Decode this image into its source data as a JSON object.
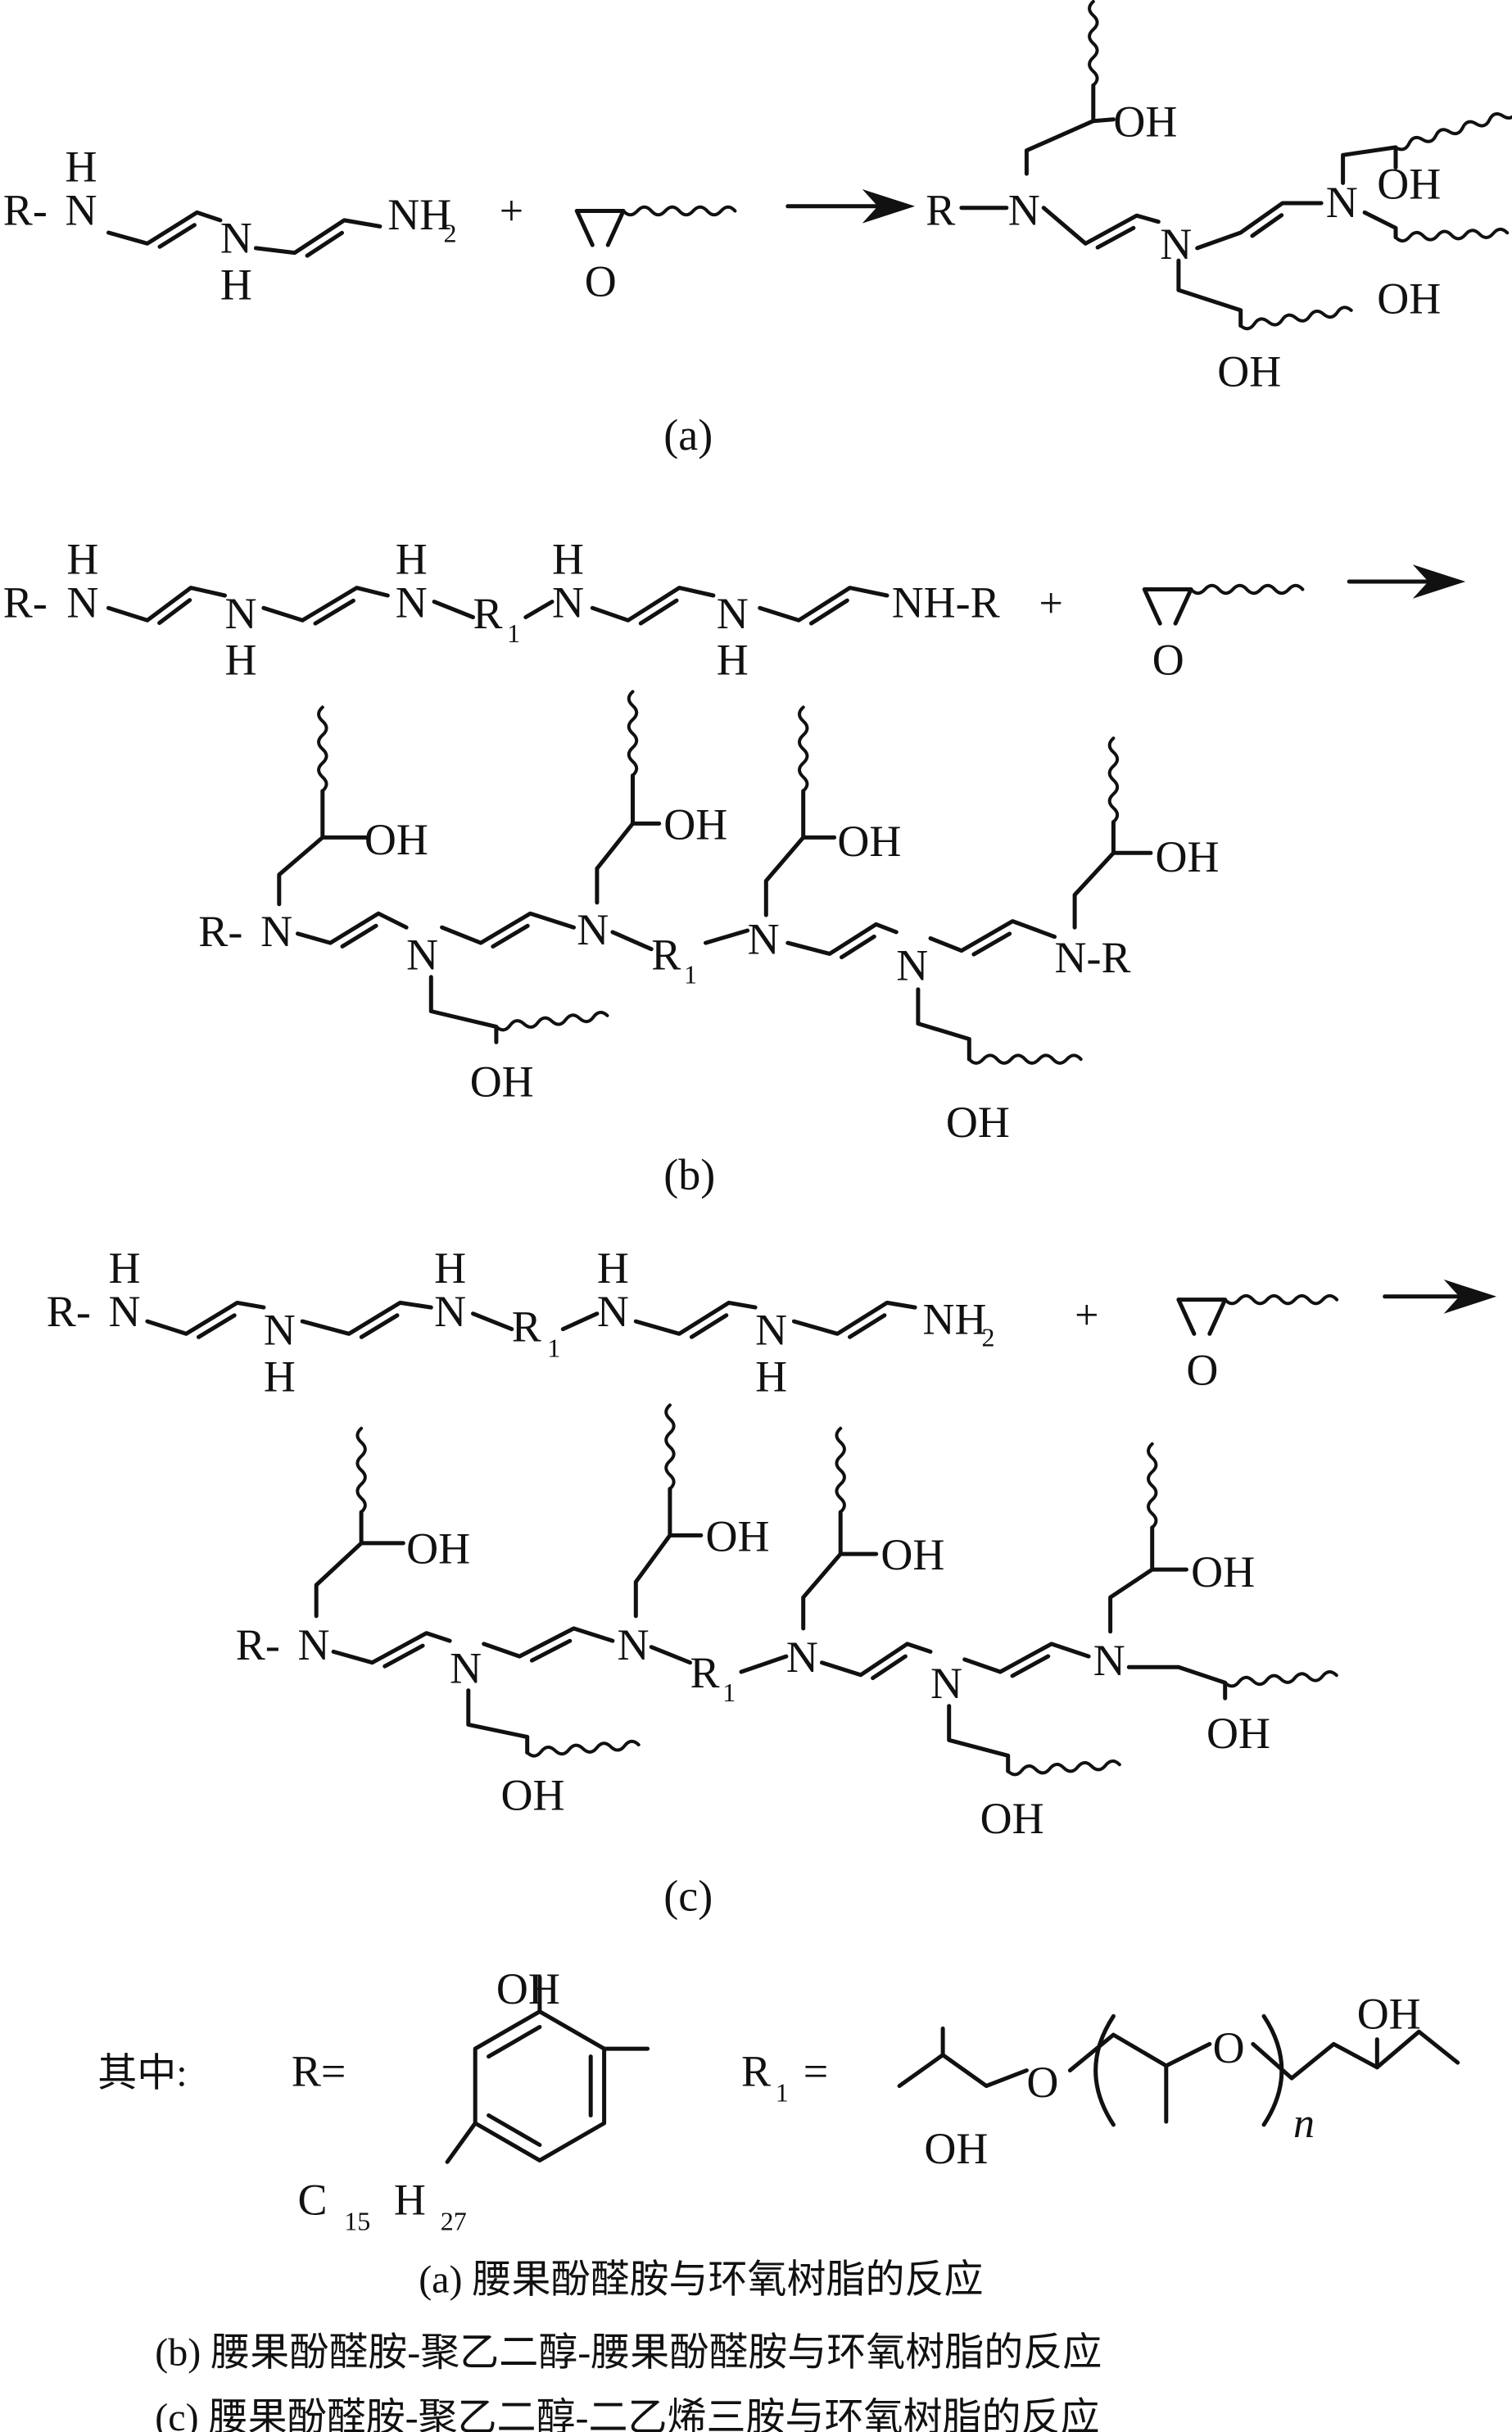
{
  "labels": {
    "a": "(a)",
    "b": "(b)",
    "c": "(c)"
  },
  "atoms": {
    "R": "R",
    "R_dash": "R-",
    "R1": "R",
    "R1_sub": "1",
    "N": "N",
    "H": "H",
    "NH2": "NH",
    "NH2_sub": "2",
    "NH_R": "NH-R",
    "N_R": "N-R",
    "O": "O",
    "OH": "OH",
    "plus": "+"
  },
  "legend": {
    "qizhong": "其中:",
    "R_eq": "R=",
    "R1_eq": "R",
    "R1_eq_sub": "1",
    "R1_eq_tail": "=",
    "C": "C",
    "C_sub": "15",
    "Hh": "H",
    "H_sub": "27",
    "OH": "OH",
    "O": "O",
    "n": "n"
  },
  "captions": {
    "a": "(a) 腰果酚醛胺与环氧树脂的反应",
    "b": "(b) 腰果酚醛胺-聚乙二醇-腰果酚醛胺与环氧树脂的反应",
    "c": "(c) 腰果酚醛胺-聚乙二醇-二乙烯三胺与环氧树脂的反应"
  }
}
